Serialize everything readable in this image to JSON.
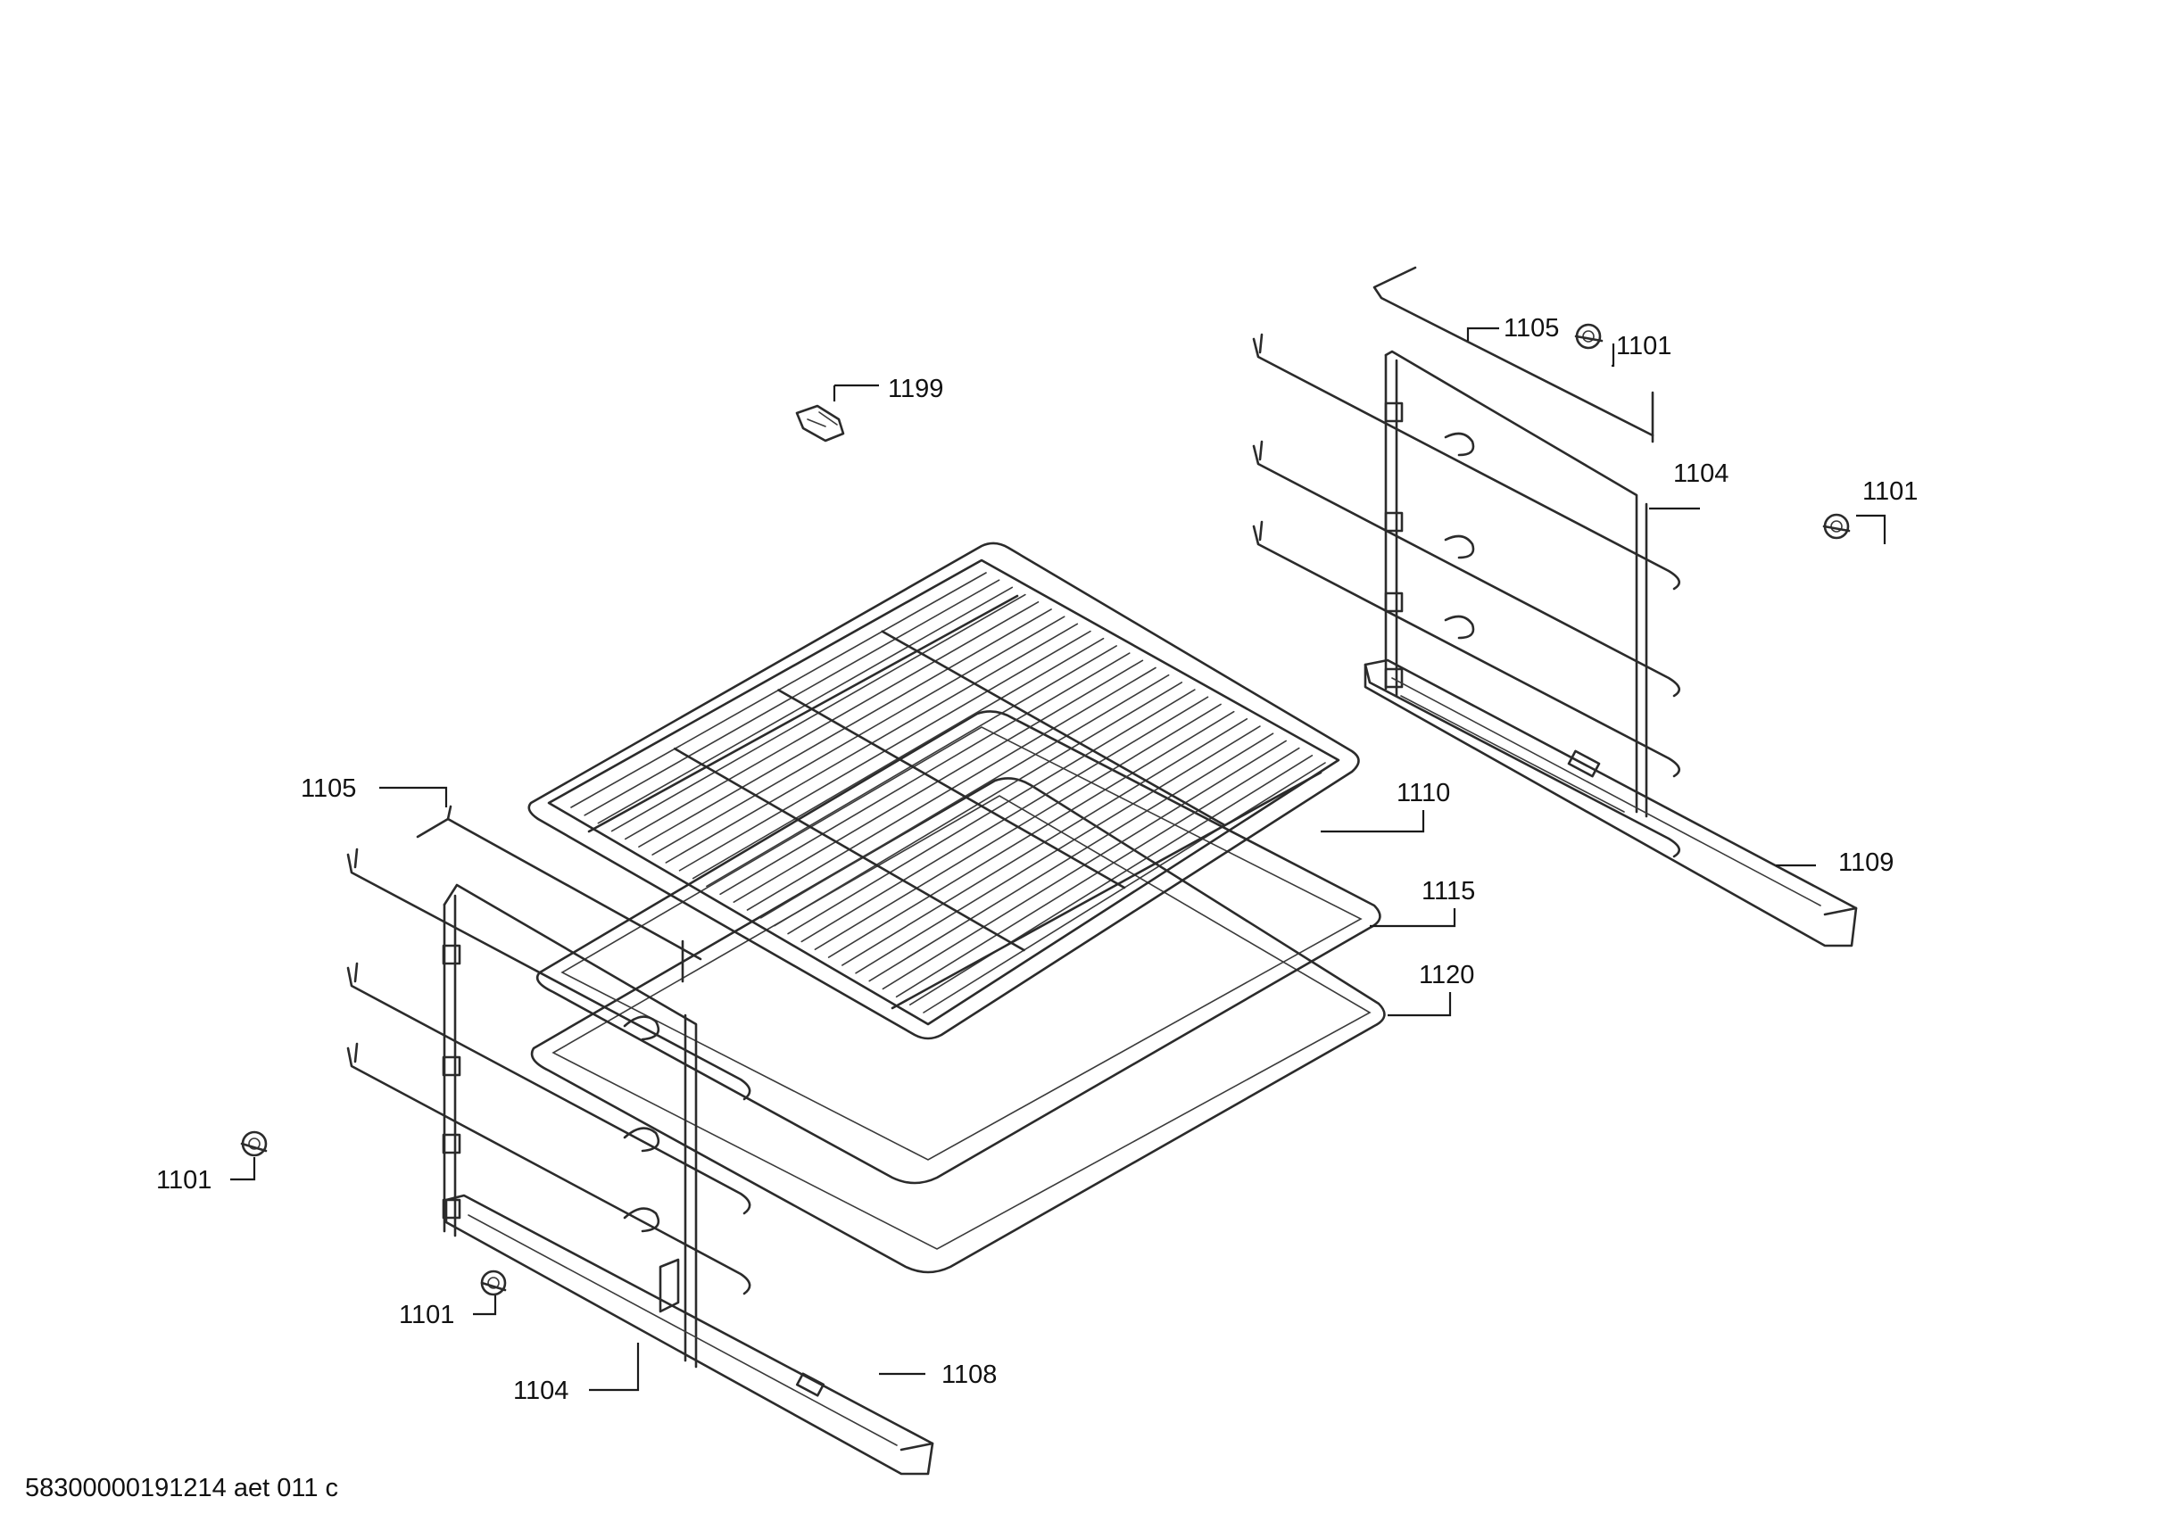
{
  "diagram": {
    "labels": {
      "rail_left_upper": "1105",
      "rail_right_upper": "1105",
      "clip_top": "1199",
      "grid": "1110",
      "tray_shallow": "1115",
      "tray_deep": "1120",
      "pin_right_top": "1101",
      "pin_right_mid": "1101",
      "pin_left_outer": "1101",
      "pin_left_inner": "1101",
      "ladder_right": "1104",
      "ladder_left": "1104",
      "telescopic_right": "1109",
      "telescopic_left": "1108"
    }
  },
  "footer": {
    "code": "58300000191214 aet 011 c"
  }
}
